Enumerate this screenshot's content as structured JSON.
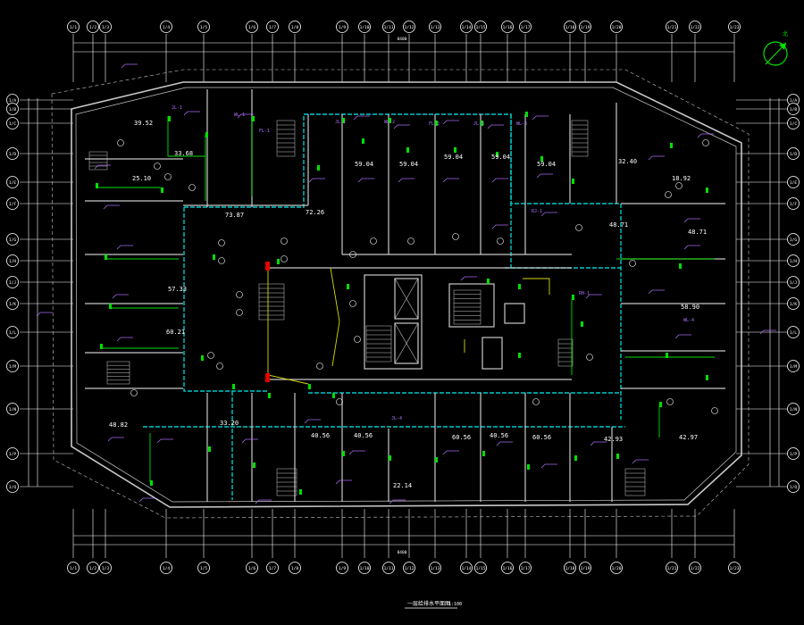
{
  "drawing": {
    "title": "一层给排水平面图",
    "scale": "1:100"
  },
  "north_arrow": {
    "label": "北"
  },
  "axis_labels": {
    "top": [
      "1/1",
      "1/2",
      "1/3",
      "1/4",
      "1/5",
      "1/6",
      "1/7",
      "1/8",
      "1/9",
      "1/10",
      "1/11",
      "1/12",
      "1/13",
      "1/14",
      "1/15",
      "1/16",
      "1/17",
      "1/18",
      "1/19",
      "1/20",
      "1/21",
      "1/22",
      "1/23"
    ],
    "bottom": [
      "1/1",
      "1/2",
      "1/3",
      "1/4",
      "1/5",
      "1/6",
      "1/7",
      "1/8",
      "1/9",
      "1/10",
      "1/11",
      "1/12",
      "1/13",
      "1/14",
      "1/15",
      "1/16",
      "1/17",
      "1/18",
      "1/19",
      "1/20",
      "1/21",
      "1/22",
      "1/23"
    ],
    "left": [
      "1/A",
      "1/B",
      "1/C",
      "1/D",
      "1/E",
      "1/F",
      "1/G",
      "1/H",
      "1/J",
      "1/K",
      "1/L",
      "1/M",
      "1/N",
      "1/P",
      "1/Q"
    ],
    "right": [
      "1/A",
      "1/B",
      "1/C",
      "1/D",
      "1/E",
      "1/F",
      "1/G",
      "1/H",
      "1/J",
      "1/K",
      "1/L",
      "1/M",
      "1/N",
      "1/P",
      "1/Q"
    ]
  },
  "room_areas": [
    {
      "id": "r1",
      "text": "39.52"
    },
    {
      "id": "r2",
      "text": "33.68"
    },
    {
      "id": "r3",
      "text": "25.10"
    },
    {
      "id": "r4",
      "text": "73.87"
    },
    {
      "id": "r5",
      "text": "72.26"
    },
    {
      "id": "r6",
      "text": "59.04"
    },
    {
      "id": "r7",
      "text": "59.04"
    },
    {
      "id": "r8",
      "text": "59.04"
    },
    {
      "id": "r9",
      "text": "59.04"
    },
    {
      "id": "r10",
      "text": "59.04"
    },
    {
      "id": "r11",
      "text": "32.40"
    },
    {
      "id": "r12",
      "text": "18.92"
    },
    {
      "id": "r13",
      "text": "48.71"
    },
    {
      "id": "r14",
      "text": "57.33"
    },
    {
      "id": "r15",
      "text": "60.21"
    },
    {
      "id": "r16",
      "text": "48.82"
    },
    {
      "id": "r17",
      "text": "33.20"
    },
    {
      "id": "r18",
      "text": "40.56"
    },
    {
      "id": "r19",
      "text": "40.56"
    },
    {
      "id": "r20",
      "text": "40.56"
    },
    {
      "id": "r21",
      "text": "22.14"
    },
    {
      "id": "r22",
      "text": "60.56"
    },
    {
      "id": "r23",
      "text": "42.93"
    },
    {
      "id": "r24",
      "text": "42.97"
    },
    {
      "id": "r25",
      "text": "60.56"
    },
    {
      "id": "r26",
      "text": "48.71"
    },
    {
      "id": "r27",
      "text": "58.90"
    }
  ],
  "pipe_labels": [
    {
      "id": "p1",
      "text": "JL-1"
    },
    {
      "id": "p2",
      "text": "WL-1"
    },
    {
      "id": "p3",
      "text": "FL-1"
    },
    {
      "id": "p4",
      "text": "JL-2"
    },
    {
      "id": "p5",
      "text": "WL-2"
    },
    {
      "id": "p6",
      "text": "FL-2"
    },
    {
      "id": "p7",
      "text": "JL-3"
    },
    {
      "id": "p8",
      "text": "WL-3"
    },
    {
      "id": "p9",
      "text": "RJ-1"
    },
    {
      "id": "p10",
      "text": "RH-1"
    },
    {
      "id": "p11",
      "text": "JL-4"
    },
    {
      "id": "p12",
      "text": "WL-4"
    }
  ],
  "dimension_text": {
    "bay": "8400",
    "total": "8400"
  },
  "colors": {
    "background": "#000000",
    "grid": "#ffffff",
    "wall": "#c8c8c8",
    "cyan_pipe": "#00c8c8",
    "green_fixture": "#00e000",
    "yellow_pipe": "#d8d800",
    "red_mark": "#e00000",
    "annotation": "#b070ff",
    "room_text": "#ffffff"
  }
}
